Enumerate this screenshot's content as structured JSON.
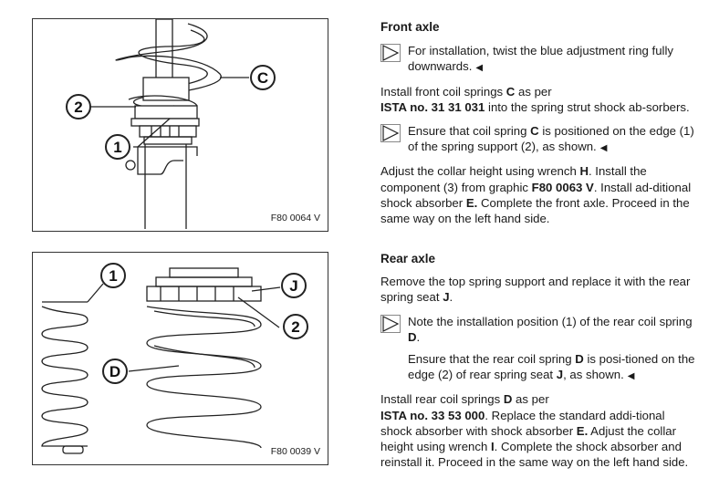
{
  "figure1": {
    "caption": "F80 0064 V",
    "callouts": [
      "C",
      "2",
      "1"
    ]
  },
  "figure2": {
    "caption": "F80 0039 V",
    "callouts": [
      "1",
      "D",
      "J",
      "2"
    ]
  },
  "front": {
    "heading": "Front axle",
    "note1": [
      {
        "t": "For installation, twist the blue adjustment ring fully downwards."
      }
    ],
    "p1": [
      {
        "t": "Install front coil springs "
      },
      {
        "t": "C",
        "b": true
      },
      {
        "t": " as per "
      },
      {
        "br": true
      },
      {
        "t": "ISTA no. 31 31 031",
        "b": true
      },
      {
        "t": " into the spring strut shock ab-sorbers."
      }
    ],
    "note2": [
      {
        "t": "Ensure that coil spring "
      },
      {
        "t": "C",
        "b": true
      },
      {
        "t": " is positioned on the edge (1) of the spring support (2), as shown."
      }
    ],
    "p2": [
      {
        "t": "Adjust the collar height using wrench "
      },
      {
        "t": "H",
        "b": true
      },
      {
        "t": ". Install the component (3) from graphic "
      },
      {
        "t": "F80 0063 V",
        "b": true
      },
      {
        "t": ". Install ad-ditional shock absorber "
      },
      {
        "t": "E.",
        "b": true
      },
      {
        "t": " Complete the front axle. Proceed in the same way on the left hand side."
      }
    ]
  },
  "rear": {
    "heading": "Rear axle",
    "p1": [
      {
        "t": "Remove the top spring support and replace it with the rear spring seat "
      },
      {
        "t": "J",
        "b": true
      },
      {
        "t": "."
      }
    ],
    "note1": [
      {
        "t": "Note the installation position (1) of the rear coil spring "
      },
      {
        "t": "D",
        "b": true
      },
      {
        "t": "."
      }
    ],
    "note1b": [
      {
        "t": "Ensure that the rear coil spring "
      },
      {
        "t": "D",
        "b": true
      },
      {
        "t": " is posi-tioned on the edge (2) of rear spring seat "
      },
      {
        "t": "J",
        "b": true
      },
      {
        "t": ", as shown."
      }
    ],
    "p2": [
      {
        "t": "Install rear coil springs "
      },
      {
        "t": "D",
        "b": true
      },
      {
        "t": " as per "
      },
      {
        "br": true
      },
      {
        "t": "ISTA no. 33 53 000",
        "b": true
      },
      {
        "t": ". Replace the standard addi-tional shock absorber with shock absorber "
      },
      {
        "t": "E.",
        "b": true
      },
      {
        "t": " Adjust the collar height using wrench "
      },
      {
        "t": "I",
        "b": true
      },
      {
        "t": ". Complete the shock absorber and reinstall it. Proceed in the same way on the left hand side."
      }
    ]
  },
  "end_marker": "◀"
}
